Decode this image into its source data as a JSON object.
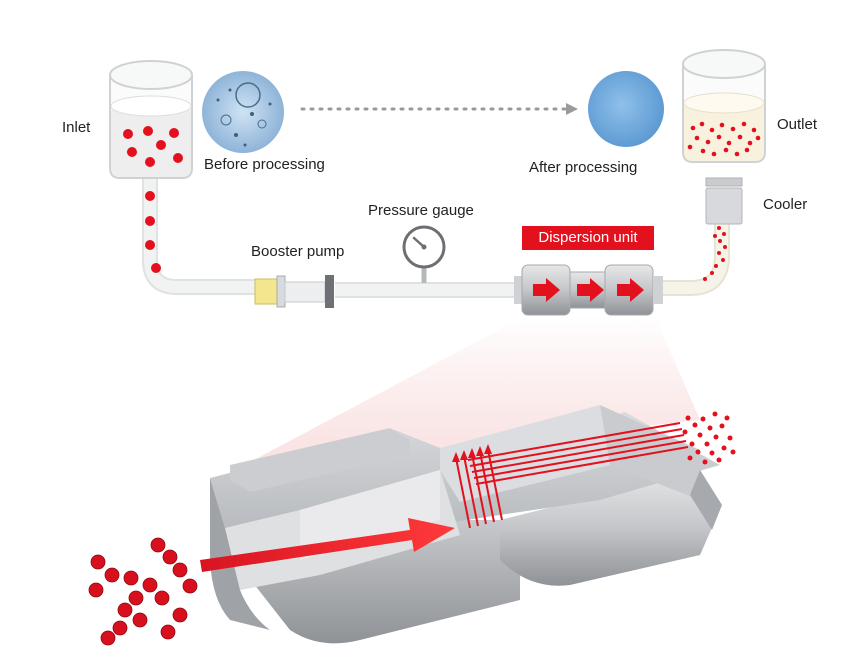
{
  "labels": {
    "inlet": "Inlet",
    "before_processing": "Before processing",
    "after_processing": "After processing",
    "outlet": "Outlet",
    "cooler": "Cooler",
    "pressure_gauge": "Pressure gauge",
    "booster_pump": "Booster pump",
    "dispersion_unit": "Dispersion unit"
  },
  "colors": {
    "accent_red": "#e3101e",
    "pipe": "#eef0f0",
    "steel": "#b9bcc0"
  }
}
